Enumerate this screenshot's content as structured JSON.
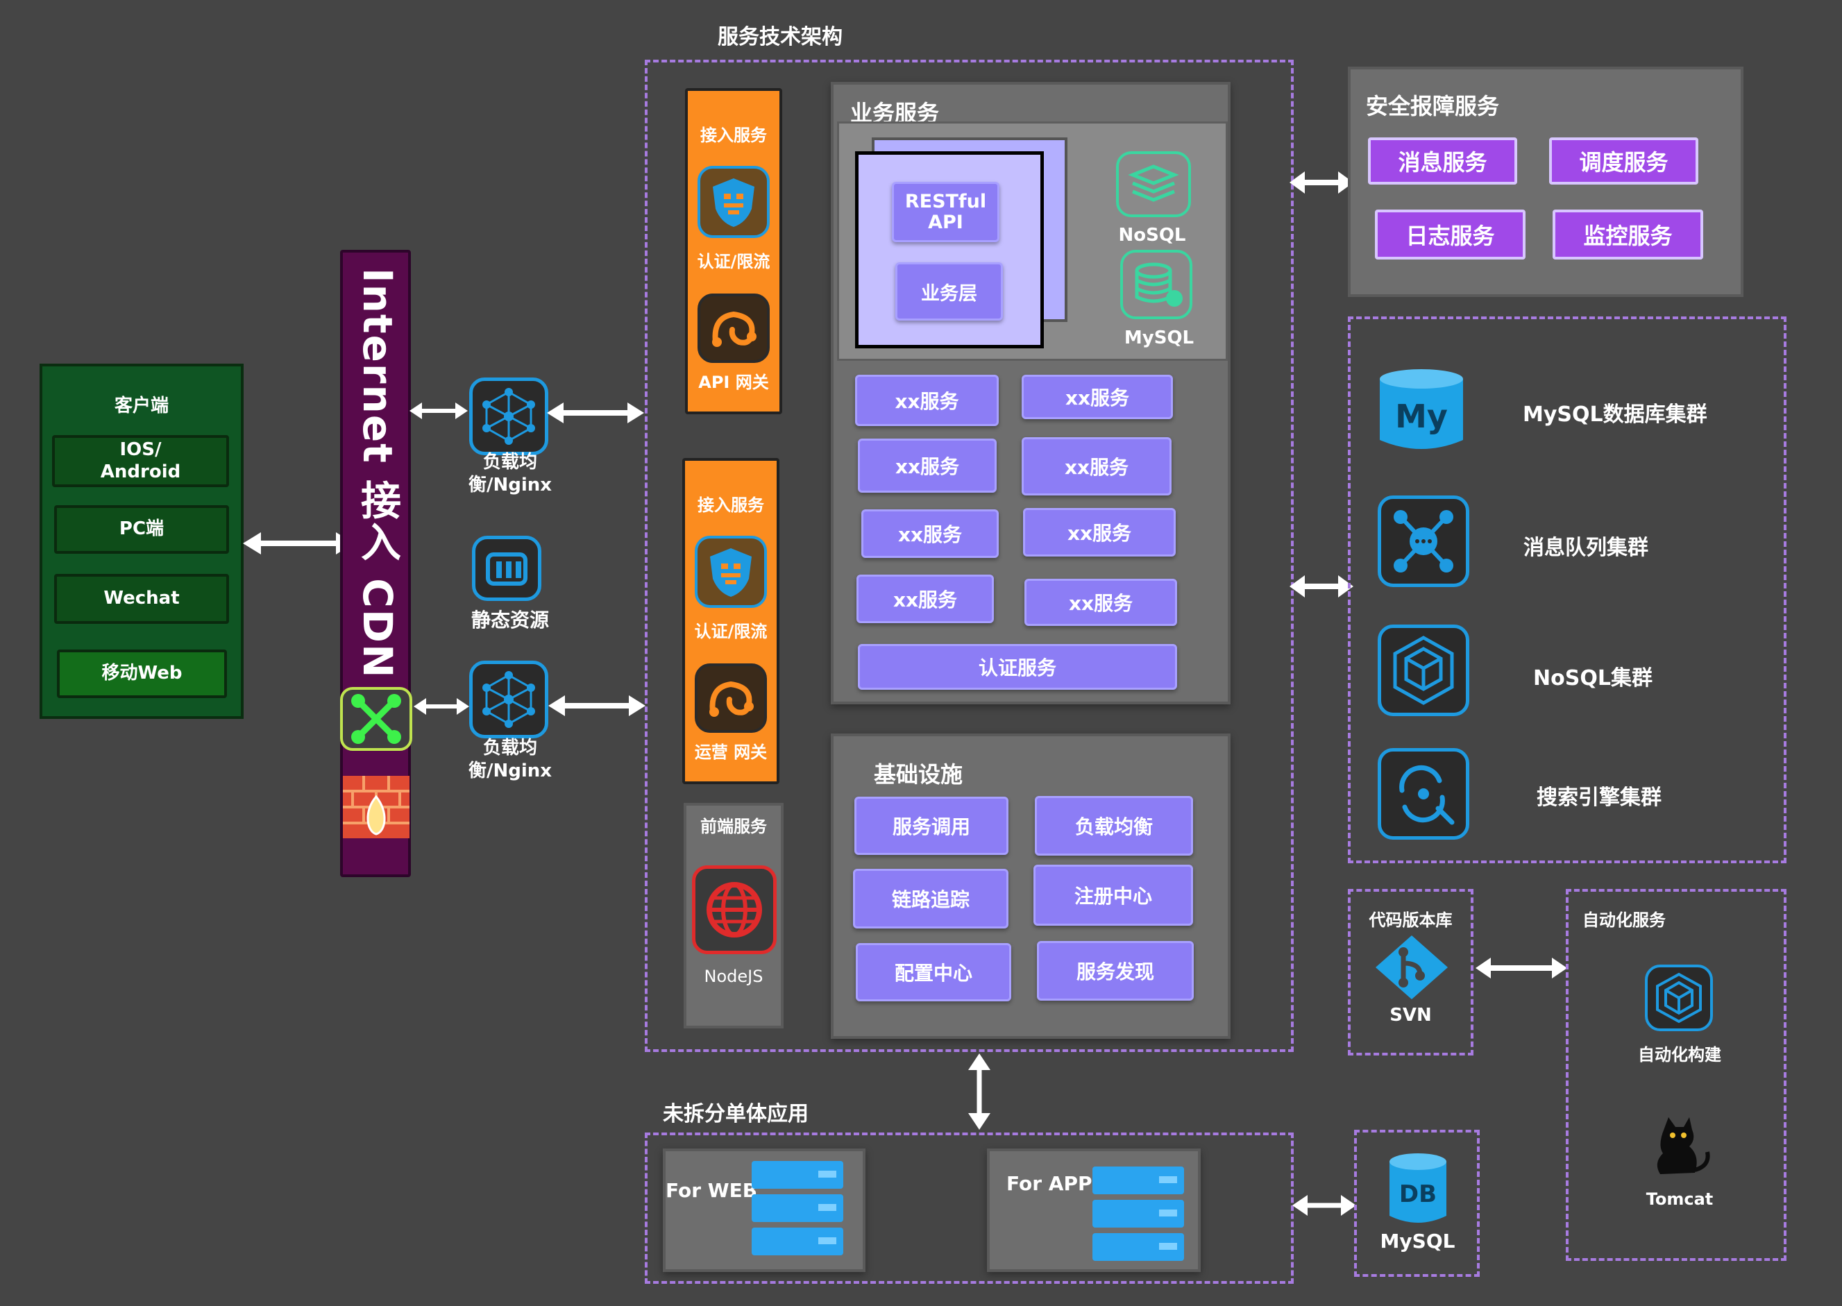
{
  "title": "服务技术架构",
  "client": {
    "title": "客户端",
    "items": [
      "IOS/\nAndroid",
      "PC端",
      "Wechat",
      "移动Web"
    ]
  },
  "cdn": {
    "label": "Internet  接入 CDN"
  },
  "lb": {
    "label": "负载均\n衡/Nginx"
  },
  "static": {
    "label": "静态资源"
  },
  "gateway1": {
    "title": "接入服务",
    "auth": "认证/限流",
    "gw": "API 网关"
  },
  "gateway2": {
    "title": "接入服务",
    "auth": "认证/限流",
    "gw": "运营 网关"
  },
  "frontend": {
    "title": "前端服务",
    "node": "NodeJS"
  },
  "business": {
    "title": "业务服务",
    "restful": "RESTful\nAPI",
    "layer": "业务层",
    "nosql": "NoSQL",
    "mysql": "MySQL",
    "services": [
      "xx服务",
      "xx服务",
      "xx服务",
      "xx服务",
      "xx服务",
      "xx服务",
      "xx服务",
      "xx服务"
    ],
    "auth": "认证服务"
  },
  "infra": {
    "title": "基础设施",
    "items": [
      "服务调用",
      "负载均衡",
      "链路追踪",
      "注册中心",
      "配置中心",
      "服务发现"
    ]
  },
  "security": {
    "title": "安全报障服务",
    "items": [
      "消息服务",
      "调度服务",
      "日志服务",
      "监控服务"
    ]
  },
  "clusters": {
    "mysql": "MySQL数据库集群",
    "mysql_logo": "My",
    "mq": "消息队列集群",
    "nosql": "NoSQL集群",
    "search": "搜索引擎集群"
  },
  "svn": {
    "title": "代码版本库",
    "label": "SVN"
  },
  "automation": {
    "title": "自动化服务",
    "build": "自动化构建",
    "tomcat": "Tomcat"
  },
  "monolith": {
    "title": "未拆分单体应用",
    "web": "For WEB",
    "app": "For APP"
  },
  "db": {
    "label": "MySQL",
    "logo": "DB"
  },
  "colors": {
    "background": "#454545",
    "dashed": "#a77be0",
    "service": "#8c7df5",
    "security": "#a049e8",
    "gateway": "#fb8c1f",
    "client": "#0e4d19",
    "cdn": "#5a0a4d",
    "icon_blue": "#1e9ae0"
  }
}
